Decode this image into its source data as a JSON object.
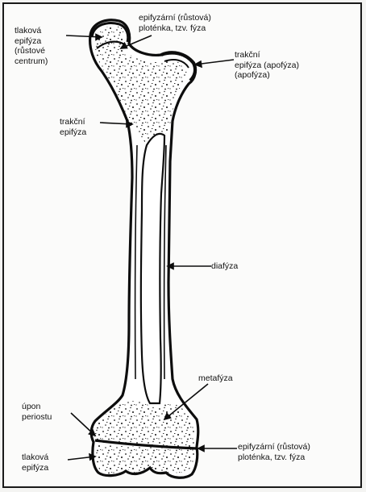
{
  "labels": {
    "tlakova_top": [
      "tlaková",
      "epifýza",
      "(růstové",
      "centrum)"
    ],
    "plotenka_top": [
      "epifyzární (růstová)",
      "ploténka, tzv. fýza"
    ],
    "trakcni_apofyza": [
      "trakční",
      "epifýza (apofýza)",
      "(apofýza)"
    ],
    "trakcni_mid": [
      "trakční",
      "epifýza"
    ],
    "diafyza": "diafýza",
    "metafyza": "metafýza",
    "upon_periostu": [
      "úpon",
      "periostu"
    ],
    "tlakova_bottom": [
      "tlaková",
      "epifýza"
    ],
    "plotenka_bottom": [
      "epifyzární (růstová)",
      "ploténka, tzv. fýza"
    ]
  }
}
